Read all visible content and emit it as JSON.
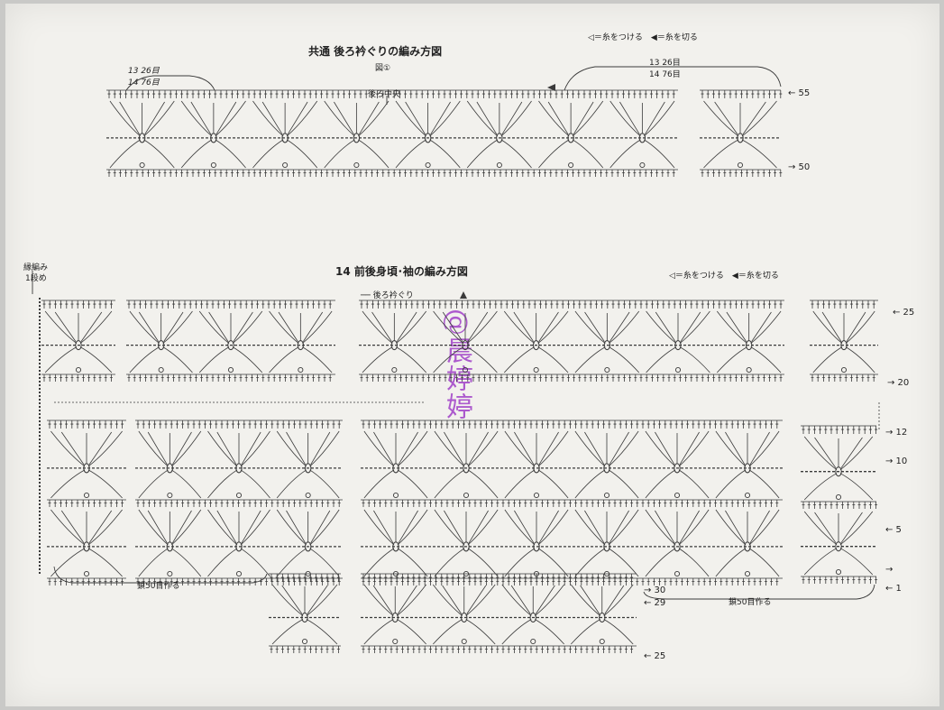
{
  "top_chart": {
    "title": "共通 後ろ衿ぐりの編み方図",
    "figure_label": "図①",
    "legend": "◁＝糸をつける　◀＝糸を切る",
    "left_note_1": "13 26目",
    "left_note_2": "14 76目",
    "right_note_1": "13 26目",
    "right_note_2": "14 76目",
    "center_label": "後ろ中央",
    "row_55": "← 55",
    "row_50": "→ 50"
  },
  "bottom_chart": {
    "title": "14 前後身頃･袖の編み方図",
    "legend": "◁＝糸をつける　◀＝糸を切る",
    "edge_note_1": "縁編み",
    "edge_note_2": "1段め",
    "neck_label": "── 後ろ衿ぐり",
    "row_25_top": "← 25",
    "row_20": "→ 20",
    "row_12": "→ 12",
    "row_10": "→ 10",
    "row_5": "← 5",
    "row_arrow": "→",
    "row_1": "← 1",
    "row_30": "→ 30",
    "row_29": "← 29",
    "row_25_bottom": "← 25",
    "chain_left": "鎖50目作る",
    "chain_right": "鎖50目作る"
  },
  "watermark": "@晨婷婷",
  "colors": {
    "ink": "#3a3a3a",
    "paper": "#f2f1ed",
    "watermark": "#a040c8"
  }
}
